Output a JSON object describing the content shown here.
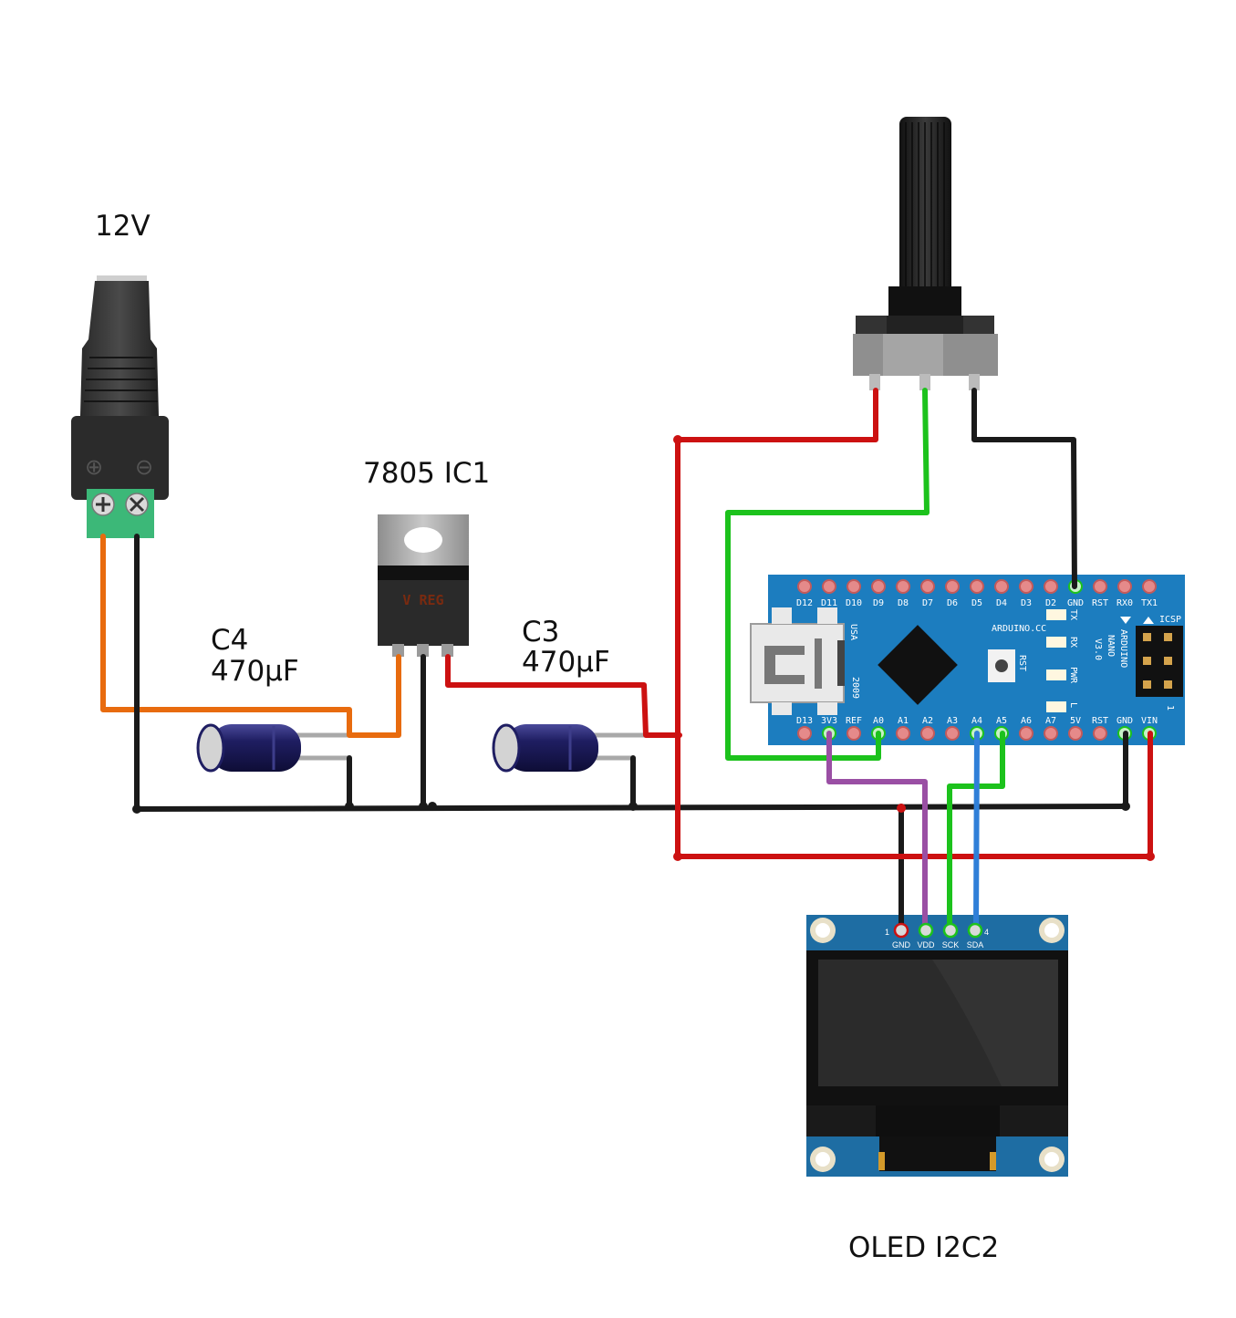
{
  "labels": {
    "power_jack": "12V",
    "regulator": "7805 IC1",
    "c4_name": "C4",
    "c4_value": "470µF",
    "c3_name": "C3",
    "c3_value": "470µF",
    "oled": "OLED I2C2"
  },
  "regulator_marking": "V REG",
  "jack_terminal_symbols": [
    "⊕",
    "⊖"
  ],
  "arduino": {
    "top_pins": [
      "D12",
      "D11",
      "D10",
      "D9",
      "D8",
      "D7",
      "D6",
      "D5",
      "D4",
      "D3",
      "D2",
      "GND",
      "RST",
      "RX0",
      "TX1"
    ],
    "bottom_pins": [
      "D13",
      "3V3",
      "REF",
      "A0",
      "A1",
      "A2",
      "A3",
      "A4",
      "A5",
      "A6",
      "A7",
      "5V",
      "RST",
      "GND",
      "VIN"
    ],
    "silk_brand": "ARDUINO.CC",
    "silk_usa": "USA",
    "silk_year": "2009",
    "silk_rst": "RST",
    "silk_model": [
      "ARDUINO",
      "NANO",
      "V3.0"
    ],
    "silk_icsp": "ICSP",
    "silk_one": "1",
    "leds": [
      "TX",
      "RX",
      "PWR",
      "L"
    ]
  },
  "oled_pins": {
    "labels": [
      "GND",
      "VDD",
      "SCK",
      "SDA"
    ],
    "first_index": "1",
    "last_index": "4"
  },
  "colors": {
    "wire_orange": "#e86b0e",
    "wire_black": "#1a1a1a",
    "wire_red": "#cc1111",
    "wire_green": "#1cc21c",
    "wire_purple": "#9a4fa4",
    "wire_blue": "#2f7fd8",
    "arduino_board": "#1c7dbf",
    "oled_board": "#1e6da3",
    "terminal_green": "#3cb878",
    "capacitor_body": "#1f1e62"
  }
}
